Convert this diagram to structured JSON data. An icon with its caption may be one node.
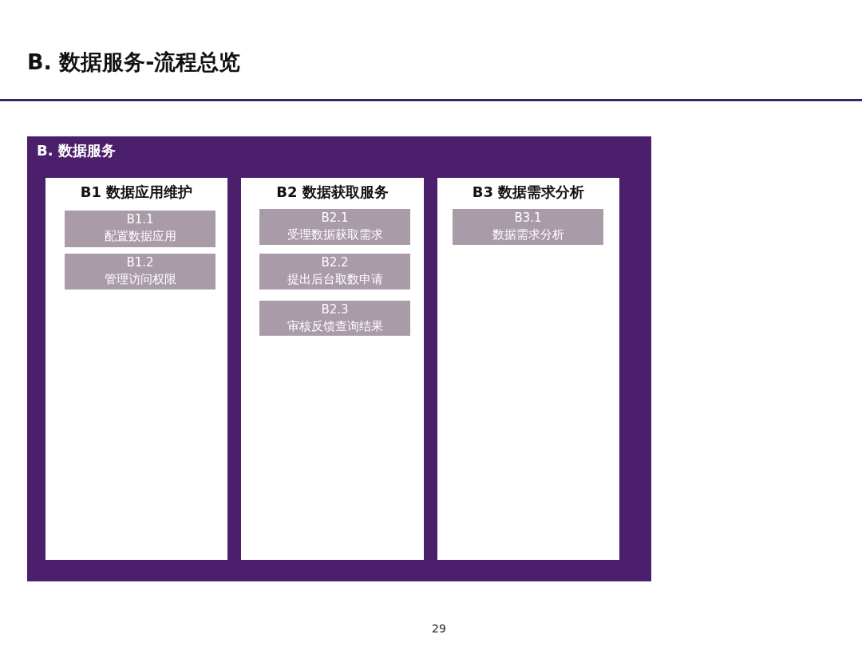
{
  "diagram": {
    "title": "B. 数据服务-流程总览",
    "nodes": [
      {
        "text": [
          "B. 数据服务"
        ]
      },
      {
        "text": [
          "B1 数据应用维护"
        ],
        "in": 0
      },
      {
        "text": [
          "B1.1",
          "配置数据应用"
        ],
        "in": 1
      },
      {
        "text": [
          "B1.2",
          "管理访问权限"
        ],
        "in": 1
      },
      {
        "text": [
          "B2 数据获取服务"
        ],
        "in": 0
      },
      {
        "text": [
          "B2.1",
          "受理数据获取需求"
        ],
        "in": 4
      },
      {
        "text": [
          "B2.2",
          "提出后台取数申请"
        ],
        "in": 4
      },
      {
        "text": [
          "B2.3",
          "审核反馈查询结果"
        ],
        "in": 4
      },
      {
        "text": [
          "B3 数据需求分析"
        ],
        "in": 0
      },
      {
        "text": [
          "B3.1",
          "数据需求分析"
        ],
        "in": 8
      }
    ],
    "edges": [],
    "labels": [
      "29"
    ]
  }
}
